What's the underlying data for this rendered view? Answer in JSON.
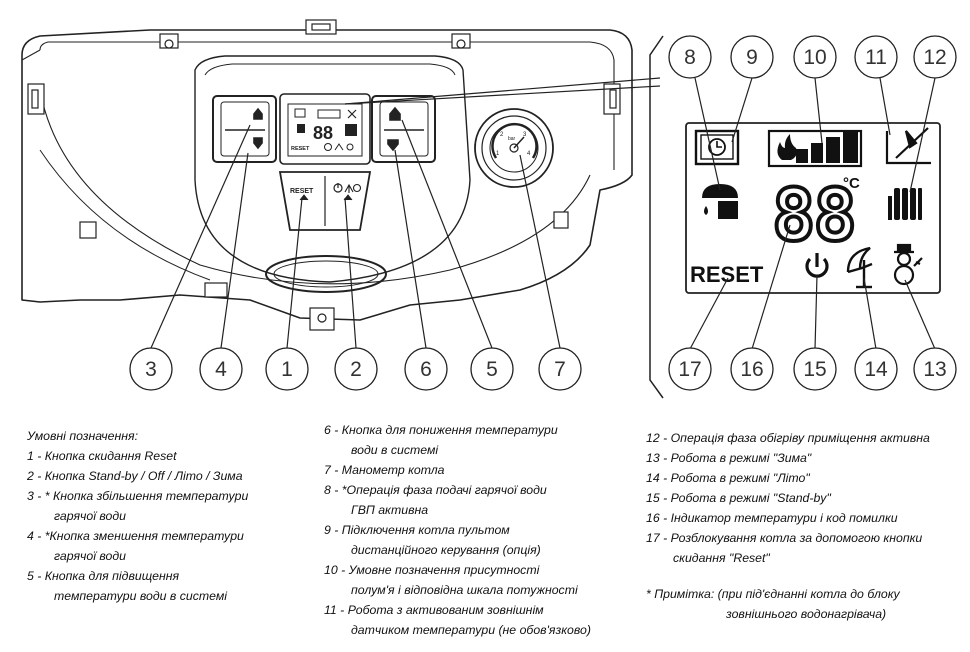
{
  "panel": {
    "btn_reset": "RESET",
    "lcd_mini_reset": "RESET",
    "gauge_unit": "bar",
    "gauge_ticks": [
      "1",
      "2",
      "3",
      "4"
    ]
  },
  "display": {
    "digits": "88",
    "unit": "°C",
    "reset": "RESET"
  },
  "callouts": [
    "1",
    "2",
    "3",
    "4",
    "5",
    "6",
    "7",
    "8",
    "9",
    "10",
    "11",
    "12",
    "13",
    "14",
    "15",
    "16",
    "17"
  ],
  "legend": {
    "title": "Умовні позначення:",
    "items": [
      {
        "line1": "1  -  Кнопка скидання Reset"
      },
      {
        "line1": "2  -  Кнопка Stand-by / Off / Літо / Зима"
      },
      {
        "line1": "3  - * Кнопка збільшення температури",
        "line2": "гарячої води"
      },
      {
        "line1": "4  - *Кнопка зменшення температури",
        "line2": "гарячої води"
      },
      {
        "line1": "5  -  Кнопка для підвищення",
        "line2": "температури води в системі"
      },
      {
        "line1": "6  -  Кнопка для пониження температури",
        "line2": "води в системі"
      },
      {
        "line1": "7  -  Манометр котла"
      },
      {
        "line1": "8  - *Операція фаза подачі гарячої води",
        "line2": "ГВП активна"
      },
      {
        "line1": "9  -  Підключення котла пультом",
        "line2": "дистанційного керування (опція)"
      },
      {
        "line1": "10  -  Умовне позначення присутності",
        "line2": "полум'я і відповідна шкала потужності"
      },
      {
        "line1": "11  -  Робота з активованим зовнішнім",
        "line2": "датчиком температури (не обов'язково)"
      },
      {
        "line1": "12  -  Операція фаза обігріву приміщення активна"
      },
      {
        "line1": "13  -  Робота в режимі \"Зима\""
      },
      {
        "line1": "14  -  Робота в режимі \"Літо\""
      },
      {
        "line1": "15  -  Робота в режимі \"Stand-by\""
      },
      {
        "line1": "16  -  Індикатор температури і код помилки"
      },
      {
        "line1": "17  -  Розблокування котла за допомогою кнопки",
        "line2": "скидання \"Reset\""
      }
    ],
    "note_line1": "* Примітка: (при під'єднанні котла до блоку",
    "note_line2": "зовнішнього водонагрівача)"
  }
}
